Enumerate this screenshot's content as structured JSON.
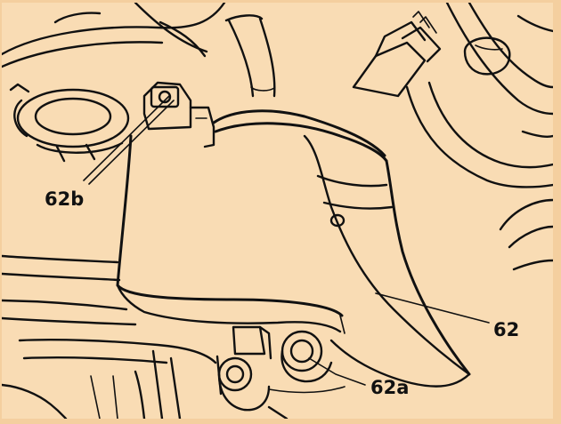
{
  "diagram": {
    "background_color": "#f9dcb4",
    "border_color": "#f4cf9f",
    "line_color": "#111111",
    "callouts": [
      {
        "id": "62b",
        "label": "62b"
      },
      {
        "id": "62",
        "label": "62"
      },
      {
        "id": "62a",
        "label": "62a"
      }
    ]
  }
}
